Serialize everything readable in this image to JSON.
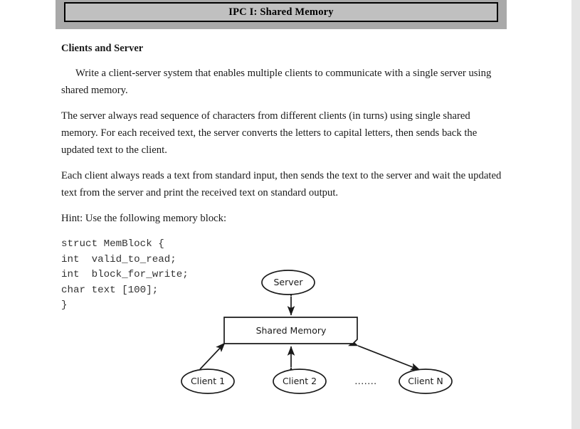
{
  "header": {
    "title": "IPC I: Shared Memory",
    "background_color": "#c0c0c0",
    "frame_color": "#a9a9a9"
  },
  "document": {
    "heading": "Clients and Server",
    "paragraphs": [
      "Write a client-server system that enables multiple clients to communicate with a single server using shared memory.",
      "The server always read sequence of characters from different clients (in turns) using single shared memory. For each received text, the server converts the letters to capital letters, then sends back the updated text to the client.",
      "Each client always reads a text from standard input, then sends the text to the server and wait the updated text from the server and print the received text on standard output.",
      "Hint: Use the following memory block:"
    ],
    "code_block": "struct MemBlock {\nint  valid_to_read;\nint  block_for_write;\nchar text [100];\n}"
  },
  "diagram": {
    "server_label": "Server",
    "shared_memory_label": "Shared Memory",
    "client_1_label": "Client 1",
    "client_2_label": "Client 2",
    "client_n_label": "Client N",
    "ellipsis_label": "......."
  },
  "gutter": {
    "color": "#e5e5e5"
  }
}
